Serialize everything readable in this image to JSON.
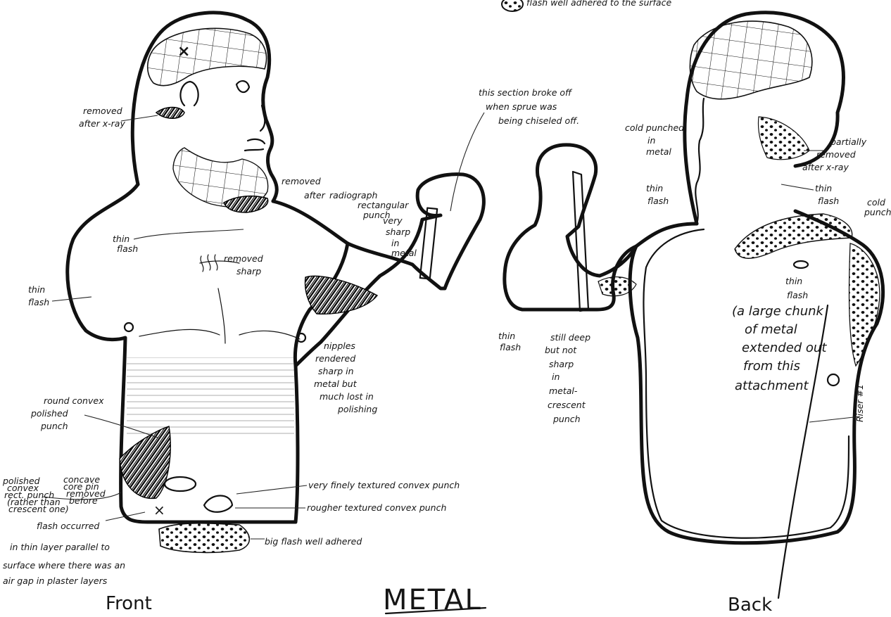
{
  "legend": {
    "text": "flash well adhered to the surface"
  },
  "captions": {
    "front": "Front",
    "material": "METAL",
    "back": "Back"
  },
  "front_notes": {
    "removed_after_xray": [
      "removed",
      "after x-ray"
    ],
    "removed_after_radiograph": [
      "removed",
      "after",
      "radiograph"
    ],
    "rectangular_punch": [
      "rectangular",
      "punch",
      "very",
      "sharp",
      "in",
      "metal"
    ],
    "section_broke_off": [
      "this section broke off",
      "when sprue was",
      "being chiseled off."
    ],
    "thin_flash_neck": [
      "thin",
      "flash"
    ],
    "removed_sharp": [
      "removed",
      "sharp"
    ],
    "thin_flash_shoulder": [
      "thin",
      "flash"
    ],
    "nipples": [
      "nipples",
      "rendered",
      "sharp in",
      "metal but",
      "much lost in",
      "polishing"
    ],
    "round_convex": [
      "round convex",
      "polished",
      "punch"
    ],
    "very_finely_textured": "very finely textured convex punch",
    "rougher_textured": "rougher textured convex punch",
    "small_left_note": [
      "polished",
      "convex",
      "rect. punch",
      "(rather than",
      "crescent one)"
    ],
    "concave_note": [
      "concave",
      "core pin",
      "removed",
      "before"
    ],
    "flash_occurred": [
      "flash occurred",
      "in thin layer parallel to",
      "surface where there was an",
      "air gap in plaster layers"
    ],
    "big_flash": "big flash well adhered"
  },
  "back_notes": {
    "cold_punched": [
      "cold punched",
      "in",
      "metal"
    ],
    "thin_flash_neck": [
      "thin",
      "flash"
    ],
    "partially_removed": [
      "partially",
      "removed",
      "after x-ray"
    ],
    "thin_flash_shoulder": [
      "thin",
      "flash"
    ],
    "cold_punched_right": [
      "cold",
      "punched"
    ],
    "thin_flash_arm": [
      "thin",
      "flash"
    ],
    "still_deep": [
      "still deep",
      "but not",
      "sharp",
      "in",
      "metal-",
      "crescent",
      "punch"
    ],
    "thin_flash_back": [
      "thin",
      "flash"
    ],
    "large_chunk": [
      "(a large chunk",
      "of metal",
      "extended out",
      "from this",
      "attachment"
    ],
    "riser": "Riser #1"
  }
}
